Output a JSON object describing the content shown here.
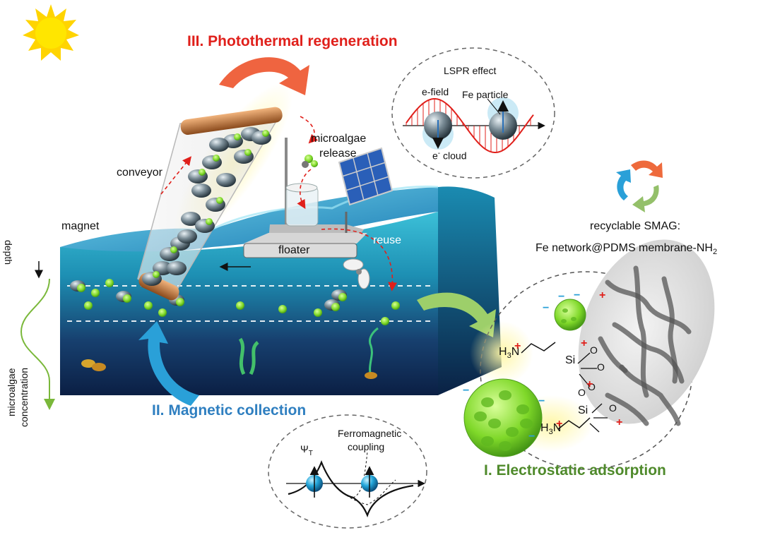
{
  "titles": {
    "photothermal": "III. Photothermal regeneration",
    "magnetic": "II. Magnetic collection",
    "electrostatic": "I. Electrostatic adsorption"
  },
  "labels": {
    "conveyor": "conveyor",
    "magnet": "magnet",
    "microalgae_release_1": "microalgae",
    "microalgae_release_2": "release",
    "floater": "floater",
    "reuse": "reuse",
    "depth": "depth",
    "microalgae_conc_1": "microalgae",
    "microalgae_conc_2": "concentration"
  },
  "lspr": {
    "title": "LSPR effect",
    "efield": "e-field",
    "fe_particle": "Fe particle",
    "e_cloud_sup": "-",
    "e_cloud": "cloud",
    "e_cloud_pre": "e"
  },
  "recycle": {
    "line1": "recyclable SMAG:",
    "line2_main": "Fe network@PDMS membrane-NH",
    "line2_sub": "2"
  },
  "ferro": {
    "line1": "Ferromagnetic",
    "line2": "coupling",
    "psi": "Ψ",
    "psi_sub": "T"
  },
  "chem": {
    "h3n": "H",
    "h3n_sub": "3",
    "n": "N",
    "si": "Si",
    "o": "O",
    "plus": "+",
    "minus": "−"
  },
  "colors": {
    "red_title": "#e0201b",
    "blue_title": "#2f7fc0",
    "green_title": "#4f8a2b",
    "water_top": "#2aa7c9",
    "water_deep": "#0c2a55",
    "algae_green": "#7ddb2a",
    "sun": "#ffd400"
  }
}
